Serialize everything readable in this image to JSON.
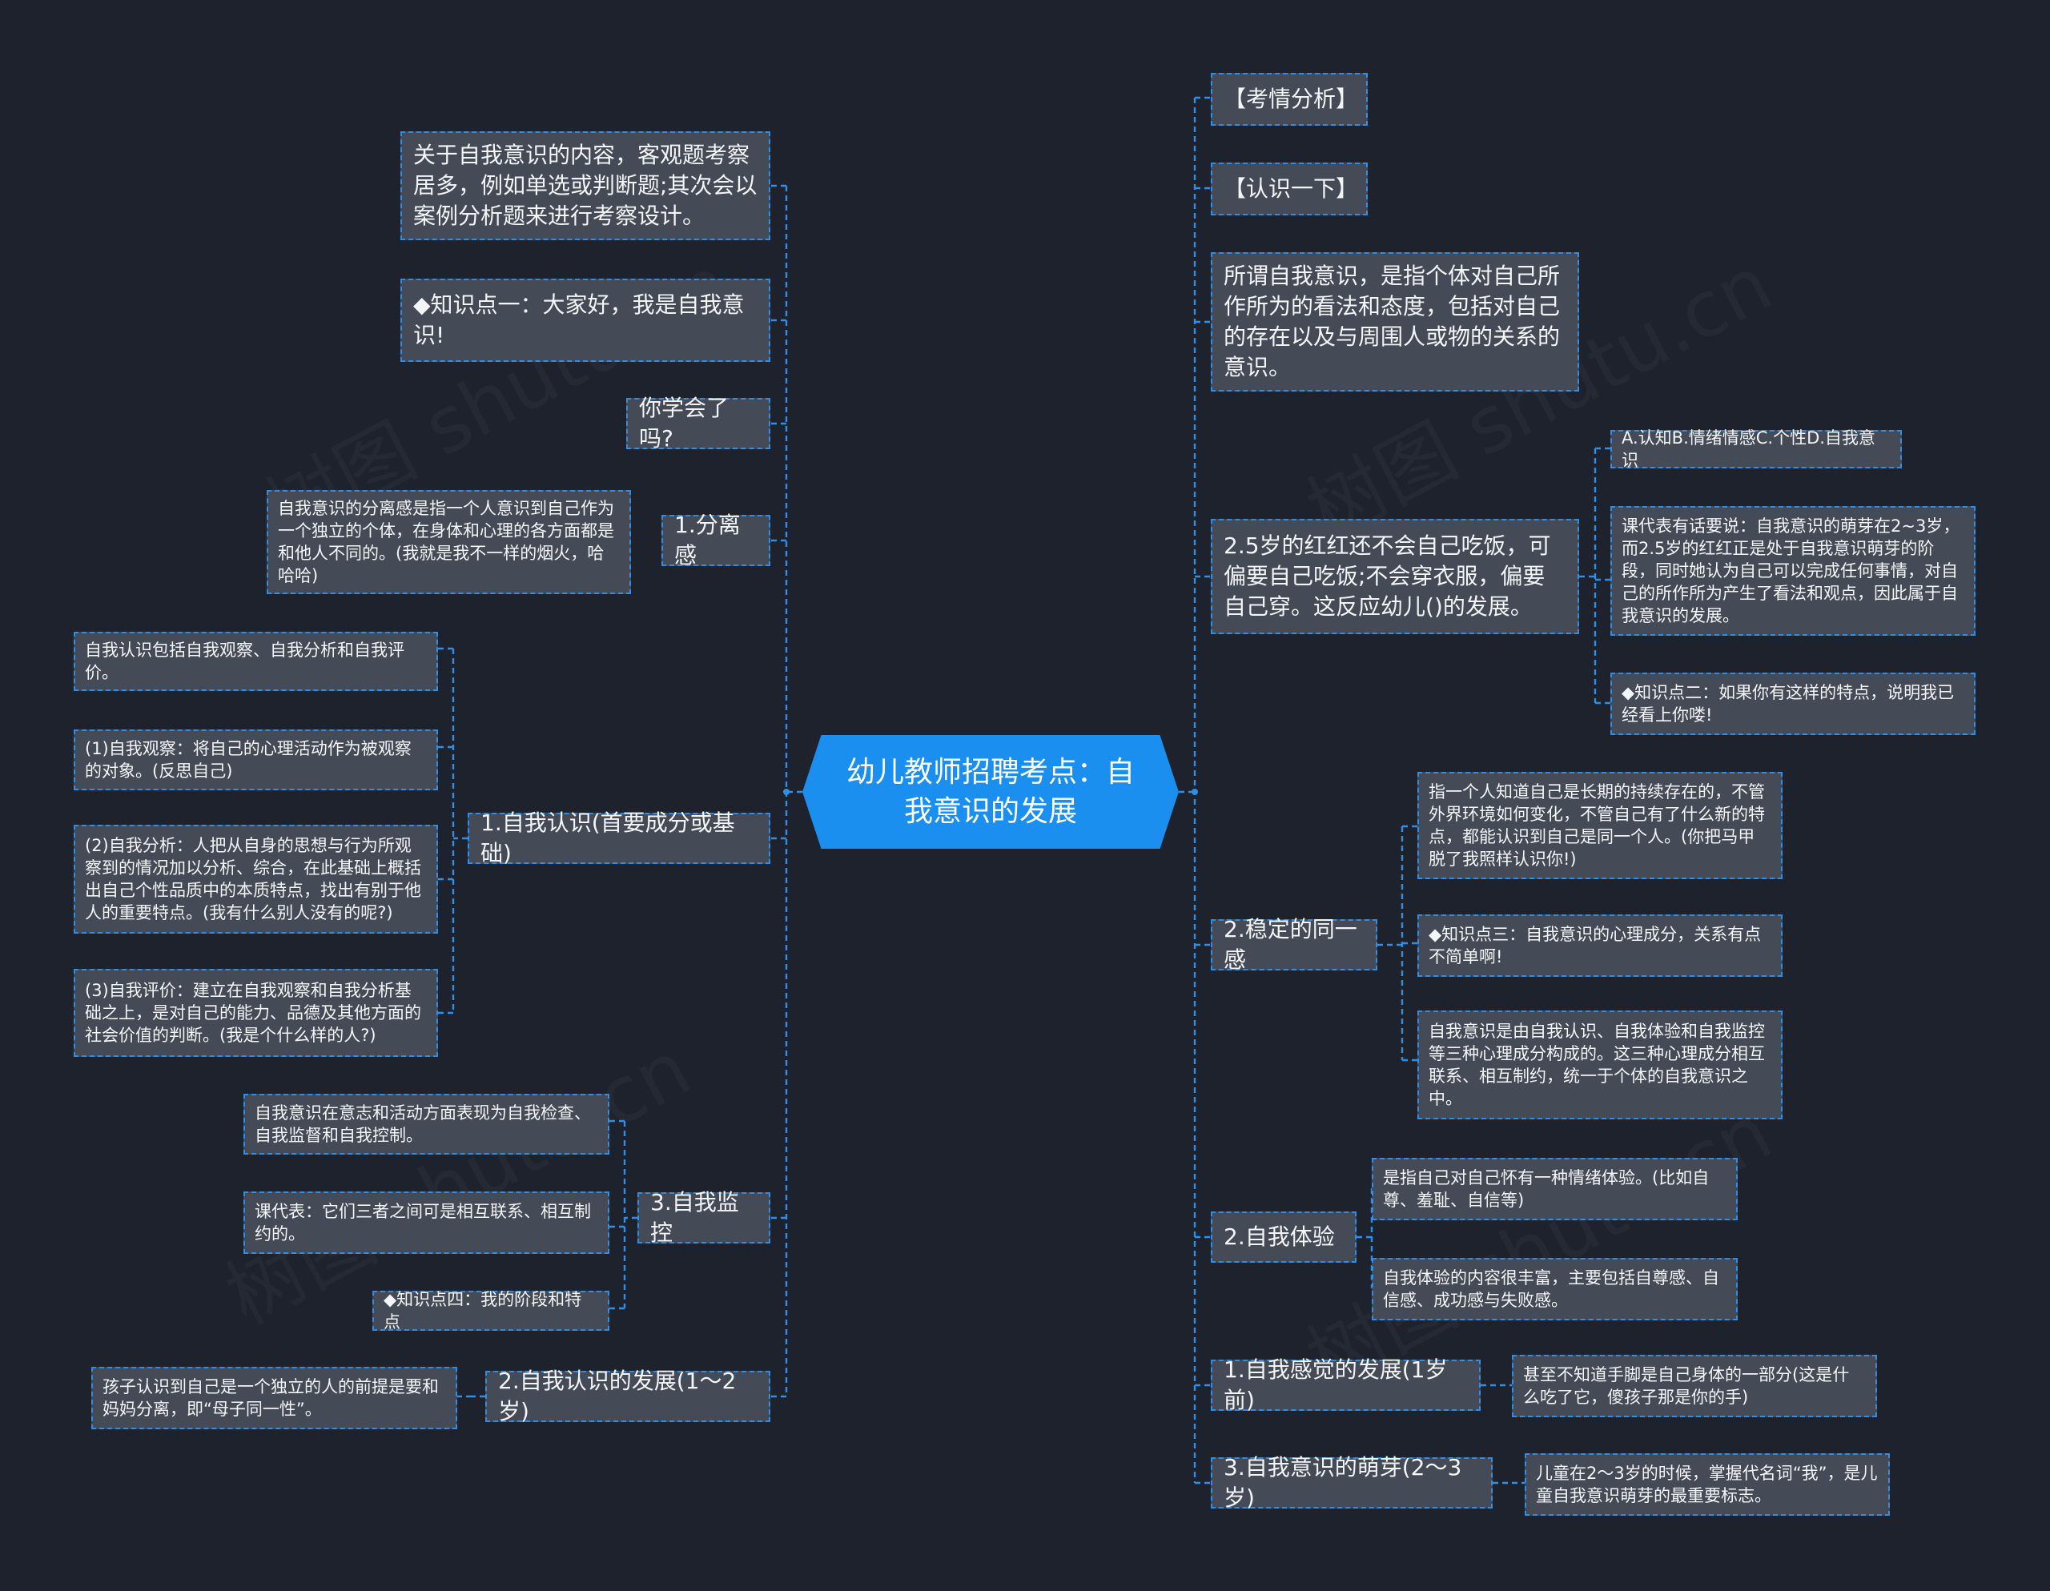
{
  "center": {
    "title": "幼儿教师招聘考点：自我意识的发展"
  },
  "left": {
    "intro": "关于自我意识的内容，客观题考察居多，例如单选或判断题;其次会以案例分析题来进行考察设计。",
    "point1": "◆知识点一：大家好，我是自我意识!",
    "learned": "你学会了吗?",
    "separation": {
      "label": "1.分离感",
      "detail": "自我意识的分离感是指一个人意识到自己作为一个独立的个体，在身体和心理的各方面都是和他人不同的。(我就是我不一样的烟火，哈哈哈)"
    },
    "self_cognition": {
      "label": "1.自我认识(首要成分或基础)",
      "children": [
        "自我认识包括自我观察、自我分析和自我评价。",
        "(1)自我观察：将自己的心理活动作为被观察的对象。(反思自己)",
        "(2)自我分析：人把从自身的思想与行为所观察到的情况加以分析、综合，在此基础上概括出自己个性品质中的本质特点，找出有别于他人的重要特点。(我有什么别人没有的呢?)",
        "(3)自我评价：建立在自我观察和自我分析基础之上，是对自己的能力、品德及其他方面的社会价值的判断。(我是个什么样的人?)"
      ]
    },
    "self_monitor": {
      "label": "3.自我监控",
      "children": [
        "自我意识在意志和活动方面表现为自我检查、自我监督和自我控制。",
        "课代表：它们三者之间可是相互联系、相互制约的。",
        "◆知识点四：我的阶段和特点"
      ]
    },
    "self_cognition_dev": {
      "label": "2.自我认识的发展(1～2岁)",
      "detail": "孩子认识到自己是一个独立的人的前提是要和妈妈分离，即“母子同一性”。"
    }
  },
  "right": {
    "exam": "【考情分析】",
    "know": "【认识一下】",
    "definition": "所谓自我意识，是指个体对自己所作所为的看法和态度，包括对自己的存在以及与周围人或物的关系的意识。",
    "question": {
      "label": "2.5岁的红红还不会自己吃饭，可偏要自己吃饭;不会穿衣服，偏要自己穿。这反应幼儿()的发展。",
      "children": [
        "A.认知B.情绪情感C.个性D.自我意识",
        "课代表有话要说：自我意识的萌芽在2~3岁，而2.5岁的红红正是处于自我意识萌芽的阶段，同时她认为自己可以完成任何事情，对自己的所作所为产生了看法和观点，因此属于自我意识的发展。",
        "◆知识点二：如果你有这样的特点，说明我已经看上你喽!"
      ]
    },
    "identity": {
      "label": "2.稳定的同一感",
      "children": [
        "指一个人知道自己是长期的持续存在的，不管外界环境如何变化，不管自己有了什么新的特点，都能认识到自己是同一个人。(你把马甲脱了我照样认识你!)",
        "◆知识点三：自我意识的心理成分，关系有点不简单啊!",
        "自我意识是由自我认识、自我体验和自我监控等三种心理成分构成的。这三种心理成分相互联系、相互制约，统一于个体的自我意识之中。"
      ]
    },
    "experience": {
      "label": "2.自我体验",
      "children": [
        "是指自己对自己怀有一种情绪体验。(比如自尊、羞耻、自信等)",
        "自我体验的内容很丰富，主要包括自尊感、自信感、成功感与失败感。"
      ]
    },
    "feeling": {
      "label": "1.自我感觉的发展(1岁前)",
      "detail": "甚至不知道手脚是自己身体的一部分(这是什么吃了它，傻孩子那是你的手)"
    },
    "sprout": {
      "label": "3.自我意识的萌芽(2～3岁)",
      "detail": "儿童在2～3岁的时候，掌握代名词“我”，是儿童自我意识萌芽的最重要标志。"
    }
  },
  "watermark": "树图 shutu.cn",
  "colors": {
    "background": "#1e222d",
    "node": "#454a57",
    "line": "#2f8fe8",
    "center": "#1b8ff0"
  }
}
